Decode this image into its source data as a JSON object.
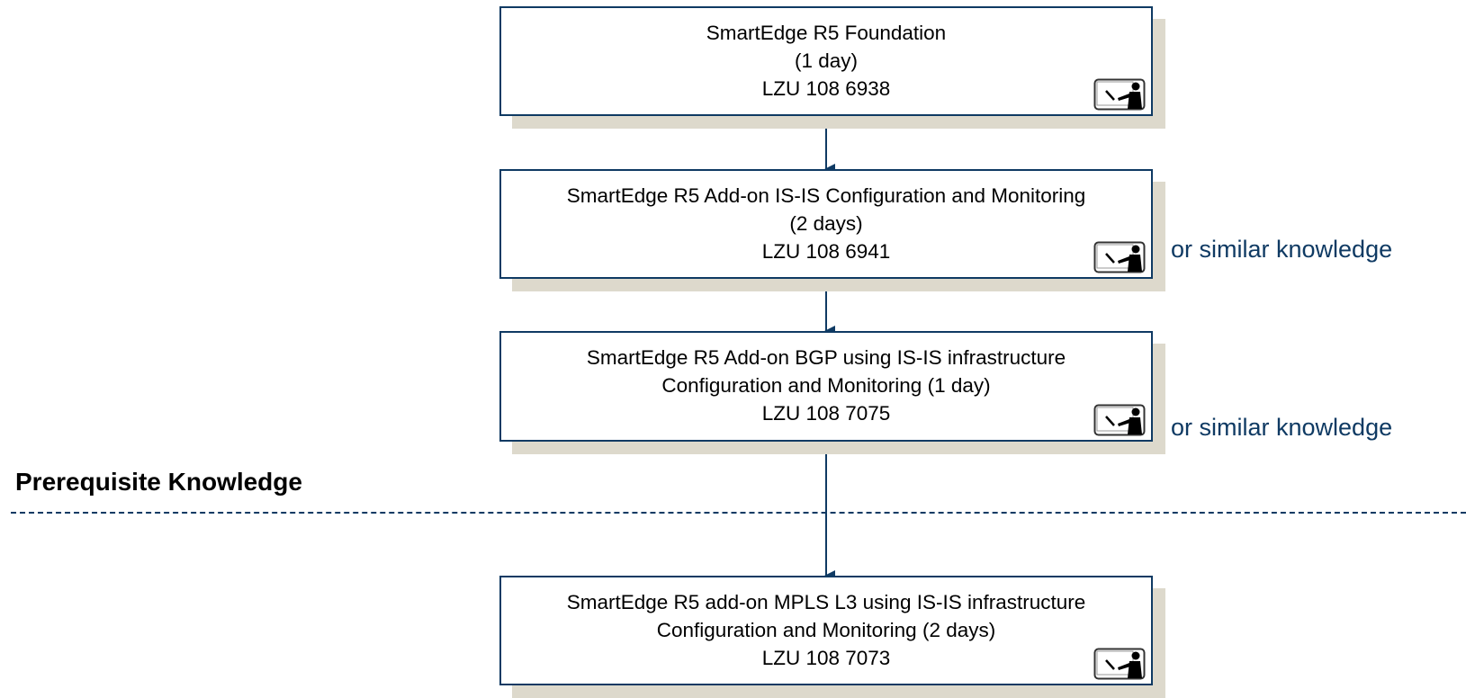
{
  "courses": [
    {
      "title": "SmartEdge R5 Foundation",
      "line2": "(1 day)",
      "code": "LZU 108 6938"
    },
    {
      "title": "SmartEdge R5 Add-on IS-IS Configuration and Monitoring",
      "line2": "(2 days)",
      "code": "LZU 108 6941",
      "note": "or similar knowledge"
    },
    {
      "title": "SmartEdge R5 Add-on BGP using IS-IS infrastructure",
      "line2": "Configuration and Monitoring (1 day)",
      "code": "LZU 108 7075",
      "note": "or similar knowledge"
    },
    {
      "title": "SmartEdge R5 add-on MPLS L3 using IS-IS infrastructure",
      "line2": "Configuration and Monitoring (2 days)",
      "code": "LZU 108 7073"
    }
  ],
  "prerequisite_label": "Prerequisite Knowledge",
  "icon": "instructor-led-icon",
  "colors": {
    "accent": "#0f3a63",
    "shadow": "#ddd9cc"
  }
}
